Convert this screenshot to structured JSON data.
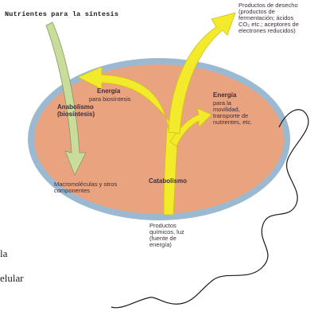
{
  "title": "Nutrientes para la síntesis",
  "labels": {
    "waste": "Productos de desecho\n(productos de\nfermentación; ácidos\nCO₂ etc.; aceptores de\nelectrones reducidos)",
    "anabolism": "Anabolismo\n(biosíntesis)",
    "energy_biosynthesis_title": "Energía",
    "energy_biosynthesis_sub": "para biosíntesis",
    "energy_motility_title": "Energía",
    "energy_motility_sub": "para la\nmovilidad,\ntransporte de\nnutrientes, etc.",
    "macromolecules": "Macromoléculas y otros\ncomponentes",
    "catabolism": "Catabolismo",
    "energy_source": "Productos\nquímicos, luz\n(fuente de\nenergía)"
  },
  "cropped_text": {
    "line1": "la",
    "line2": "elular"
  },
  "colors": {
    "cytoplasm": "#eaa37f",
    "membrane": "#9bbad2",
    "catabolic_arrow": "#f4ea2c",
    "anabolic_arrow": "#c9dc9a",
    "flagellum": "#1a1a1a"
  }
}
